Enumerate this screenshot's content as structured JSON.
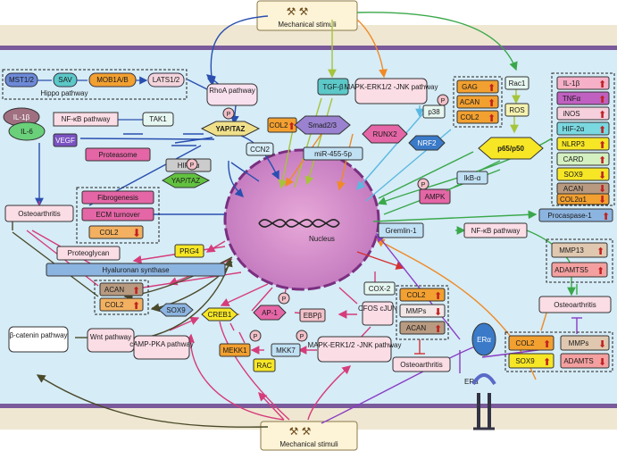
{
  "stimuli": {
    "top": "Mechanical stimuli",
    "bottom": "Mechanical stimuli"
  },
  "hippo": {
    "mst": "MST1/2",
    "sav": "SAV",
    "mob": "MOB1A/B",
    "lats": "LATS1/2",
    "label": "Hippo pathway"
  },
  "left": {
    "il1b": "IL-1β",
    "il6": "IL-6",
    "nfkb": "NF-κB pathway",
    "tak1": "TAK1",
    "vegf": "VEGF",
    "proteasome": "Proteasome",
    "hif": "HIF-1α",
    "yaptaz": "YAP/TAZ",
    "yaptaz2": "YAP/TAZ",
    "rhoa": "RhoA pathway",
    "p": "P",
    "fibro": "Fibrogenesis",
    "ecm": "ECM turnover",
    "col2": "COL2",
    "oa": "Osteoarthritis",
    "proteoglycan": "Proteoglycan",
    "prg4": "PRG4",
    "hyaluronan": "Hyaluronan synthase",
    "acan": "ACAN",
    "col2b": "COL2",
    "sox9": "SOX9",
    "bcat": "β-catenin pathway",
    "wnt": "Wnt pathway",
    "camp": "cAMP-PKA pathway",
    "creb": "CREB1"
  },
  "center": {
    "col2": "COL2",
    "ccn2": "CCN2",
    "tgfb": "TGF-β",
    "smad": "Smad2/3",
    "mir": "miR-455-5p",
    "mapk": "MAPK-ERK1/2 -JNK pathway",
    "runx2": "RUNX2",
    "p38": "p38",
    "nrf2": "NRF2",
    "nucleus": "Nucleus",
    "ap1": "AP-1",
    "ebpb": "EBPβ",
    "cfos": "CFOS cJUN",
    "cox2": "COX-2",
    "mekk1": "MEKK1",
    "mkk7": "MKK7",
    "rac": "RAC",
    "mapk2": "MAPK-ERK1/2 -JNK pathway"
  },
  "right": {
    "gag": "GAG",
    "acan": "ACAN",
    "col2": "COL2",
    "rac1": "Rac1",
    "ros": "ROS",
    "p65": "p65/p50",
    "ikba": "IkB-α",
    "ampk": "AMPK",
    "il1b": "IL-1β",
    "tnfa": "TNFα",
    "inos": "iNOS",
    "hif2a": "HIF-2α",
    "nlrp3": "NLRP3",
    "card": "CARD",
    "sox9": "SOX9",
    "acan2": "ACAN",
    "col2a1": "COL2α1",
    "procasp": "Procaspase-1",
    "gremlin": "Gremlin-1",
    "nfkb": "NF-κB pathway",
    "mmp13": "MMP13",
    "adamts5": "ADAMTS5",
    "oa": "Osteoarthritis",
    "col2b": "COL2",
    "mmps": "MMPs",
    "sox9b": "SOX9",
    "adamts": "ADAMTS",
    "era": "ERα",
    "era_label": "ERα",
    "col2c": "COL2",
    "mmps2": "MMPs",
    "acan3": "ACAN",
    "oa2": "Osteoarthritis"
  }
}
